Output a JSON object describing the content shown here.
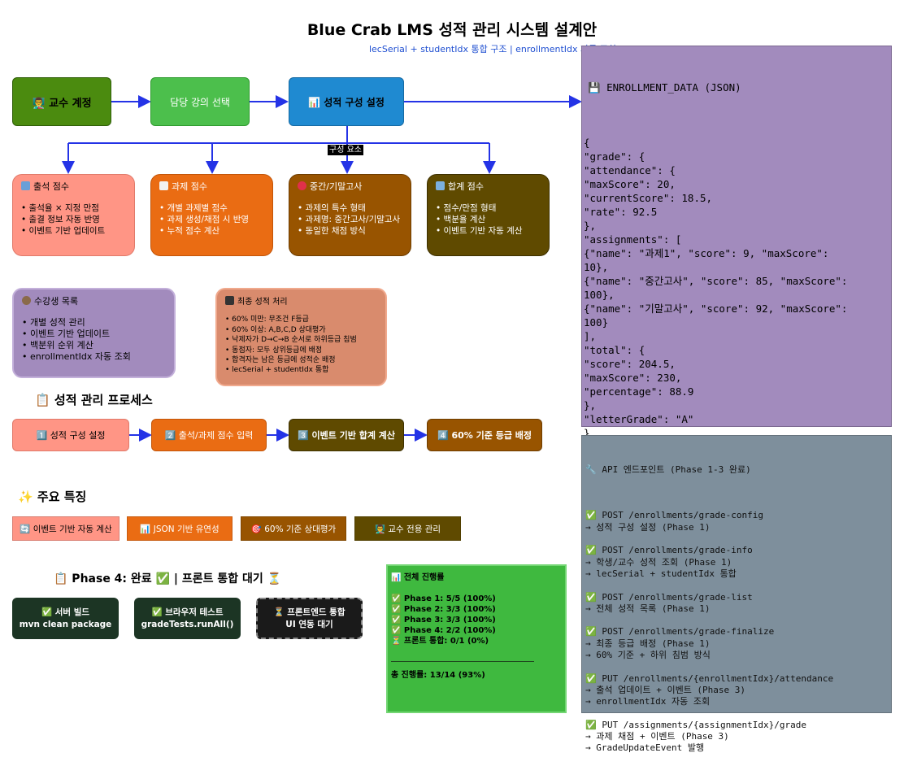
{
  "header": {
    "title": "Blue Crab LMS 성적 관리 시스템 설계안",
    "subtitle": "lecSerial + studentIdx 통합 구조 | enrollmentIdx 자동 조회"
  },
  "flow": {
    "professor": "👨‍🏫 교수 계정",
    "select_lecture": "담당 강의 선택",
    "config": "📊 성적 구성 설정",
    "components_label": "구성 요소"
  },
  "component_cards": [
    {
      "title": "출석 점수",
      "items": [
        "출석율 × 지정 만점",
        "출결 정보 자동 반영",
        "이벤트 기반 업데이트"
      ]
    },
    {
      "title": "과제 점수",
      "items": [
        "개별 과제별 점수",
        "과제 생성/채점 시 반영",
        "누적 점수 계산"
      ]
    },
    {
      "title": "중간/기말고사",
      "items": [
        "과제의 특수 형태",
        "과제명: 중간고사/기말고사",
        "동일한 채점 방식"
      ]
    },
    {
      "title": "합계 점수",
      "items": [
        "점수/만점 형태",
        "백분율 계산",
        "이벤트 기반 자동 계산"
      ]
    }
  ],
  "student_list": {
    "title": "수강생 목록",
    "items": [
      "개별 성적 관리",
      "이벤트 기반 업데이트",
      "백분위 순위 계산",
      "enrollmentIdx 자동 조회"
    ]
  },
  "final_grade": {
    "title": "최종 성적 처리",
    "items": [
      "60% 미만: 무조건 F등급",
      "60% 이상: A,B,C,D 상대평가",
      "낙제자가 D→C→B 순서로 하위등급 침범",
      "동점자: 모두 상위등급에 배정",
      "합격자는 남은 등급에 성적순 배정",
      "lecSerial + studentIdx 통합"
    ]
  },
  "process": {
    "heading": "📋 성적 관리 프로세스",
    "steps": [
      "1️⃣ 성적 구성 설정",
      "2️⃣ 출석/과제 점수 입력",
      "3️⃣ 이벤트 기반 합계 계산",
      "4️⃣ 60% 기준 등급 배정"
    ]
  },
  "features": {
    "heading": "✨ 주요 특징",
    "items": [
      "🔄 이벤트 기반 자동 계산",
      "📊 JSON 기반 유연성",
      "🎯 60% 기준 상대평가",
      "👨‍🏫 교수 전용 관리"
    ]
  },
  "phase": {
    "heading": "📋 Phase 4: 완료 ✅ | 프론트 통합 대기 ⏳",
    "server_build": [
      "✅ 서버 빌드",
      "mvn clean package"
    ],
    "browser_test": [
      "✅ 브라우저 테스트",
      "gradeTests.runAll()"
    ],
    "frontend": [
      "⏳ 프론트엔드 통합",
      "UI 연동 대기"
    ]
  },
  "progress": {
    "title": "📊 전체 진행률",
    "lines": [
      "✅ Phase 1: 5/5 (100%)",
      "✅ Phase 2: 3/3 (100%)",
      "✅ Phase 3: 3/3 (100%)",
      "✅ Phase 4: 2/2 (100%)",
      "⏳ 프론트 통합: 0/1 (0%)"
    ],
    "total": "총 진행률: 13/14 (93%)"
  },
  "enrollment_json": {
    "title": "💾 ENROLLMENT_DATA (JSON)",
    "code": "{\n\"grade\": {\n\"attendance\": {\n\"maxScore\": 20,\n\"currentScore\": 18.5,\n\"rate\": 92.5\n},\n\"assignments\": [\n{\"name\": \"과제1\", \"score\": 9, \"maxScore\":\n10},\n{\"name\": \"중간고사\", \"score\": 85, \"maxScore\":\n100},\n{\"name\": \"기말고사\", \"score\": 92, \"maxScore\":\n100}\n],\n\"total\": {\n\"score\": 204.5,\n\"maxScore\": 230,\n\"percentage\": 88.9\n},\n\"letterGrade\": \"A\"\n}\n}"
  },
  "api": {
    "title": "🔧 API 엔드포인트 (Phase 1-3 완료)",
    "body": "✅ POST /enrollments/grade-config\n→ 성적 구성 설정 (Phase 1)\n\n✅ POST /enrollments/grade-info\n→ 학생/교수 성적 조회 (Phase 1)\n→ lecSerial + studentIdx 통합\n\n✅ POST /enrollments/grade-list\n→ 전체 성적 목록 (Phase 1)\n\n✅ POST /enrollments/grade-finalize\n→ 최종 등급 배정 (Phase 1)\n→ 60% 기준 + 하위 침범 방식\n\n✅ PUT /enrollments/{enrollmentIdx}/attendance\n→ 출석 업데이트 + 이벤트 (Phase 3)\n→ enrollmentIdx 자동 조회\n\n✅ PUT /assignments/{assignmentIdx}/grade\n→ 과제 채점 + 이벤트 (Phase 3)\n→ GradeUpdateEvent 발행"
  },
  "colors": {
    "professor": "#4b8b0f",
    "select": "#4cbf4c",
    "config": "#1f8ad1",
    "arrow": "#2433e6",
    "attendance": "#ff9585",
    "assignment": "#ea6c13",
    "exam": "#985400",
    "total": "#5f4a00",
    "student": "#a28bbd",
    "final": "#d98b6d"
  }
}
